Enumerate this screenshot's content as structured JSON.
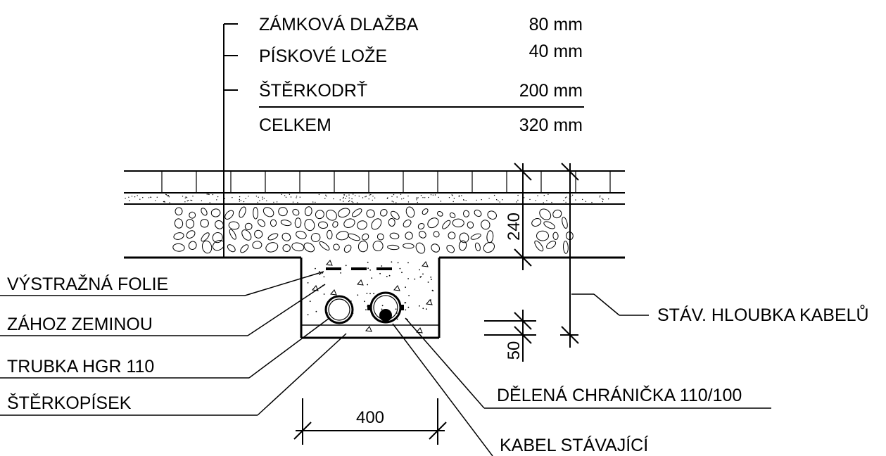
{
  "layers": [
    {
      "name": "ZÁMKOVÁ DLAŽBA",
      "thickness": "80 mm"
    },
    {
      "name": "PÍSKOVÉ LOŽE",
      "thickness": "40 mm"
    },
    {
      "name": "ŠTĚRKODRŤ",
      "thickness": "200 mm"
    }
  ],
  "total": {
    "label": "CELKEM",
    "thickness": "320 mm"
  },
  "left_callouts": [
    {
      "text": "VÝSTRAŽNÁ FOLIE"
    },
    {
      "text": "ZÁHOZ ZEMINOU"
    },
    {
      "text": "TRUBKA  HGR 110"
    },
    {
      "text": "ŠTĚRKOPÍSEK"
    }
  ],
  "right_callouts": [
    {
      "text": "STÁV. HLOUBKA KABELŮ"
    },
    {
      "text": "DĚLENÁ CHRÁNIČKA 110/100"
    },
    {
      "text": "KABEL  STÁVAJÍCÍ"
    }
  ],
  "dimensions": {
    "trench_width": "400",
    "depth": "240",
    "bedding": "50"
  }
}
